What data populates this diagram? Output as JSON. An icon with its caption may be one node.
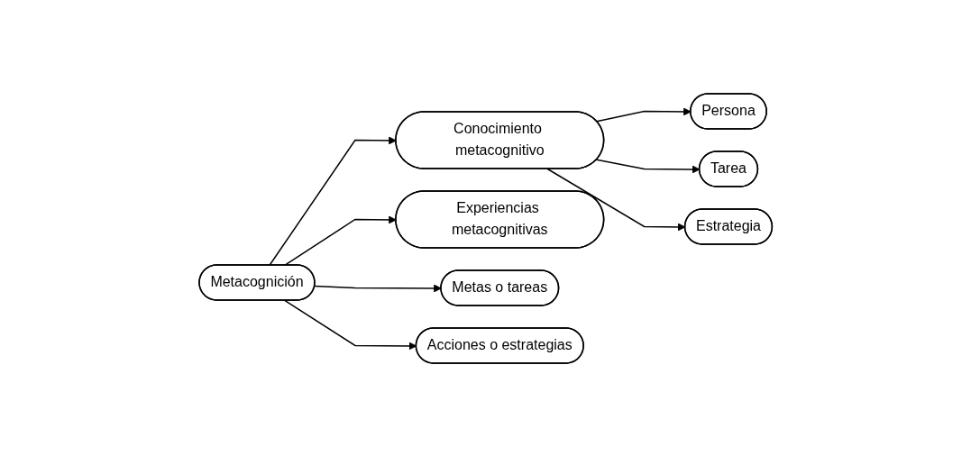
{
  "diagram": {
    "nodes": [
      {
        "text": [
          "Metacognición"
        ]
      },
      {
        "text": [
          "Conocimiento metacognitivo"
        ]
      },
      {
        "text": [
          "Experiencias metacognitivas"
        ]
      },
      {
        "text": [
          "Metas o tareas"
        ]
      },
      {
        "text": [
          "Acciones o estrategias"
        ]
      },
      {
        "text": [
          "Persona"
        ]
      },
      {
        "text": [
          "Tarea"
        ]
      },
      {
        "text": [
          "Estrategia"
        ]
      }
    ],
    "edges": [
      {
        "from": 0,
        "to": 1,
        "arrow": "to"
      },
      {
        "from": 0,
        "to": 2,
        "arrow": "to"
      },
      {
        "from": 0,
        "to": 3,
        "arrow": "to"
      },
      {
        "from": 0,
        "to": 4,
        "arrow": "to"
      },
      {
        "from": 1,
        "to": 5,
        "arrow": "to"
      },
      {
        "from": 1,
        "to": 6,
        "arrow": "to"
      },
      {
        "from": 1,
        "to": 7,
        "arrow": "to"
      }
    ]
  }
}
